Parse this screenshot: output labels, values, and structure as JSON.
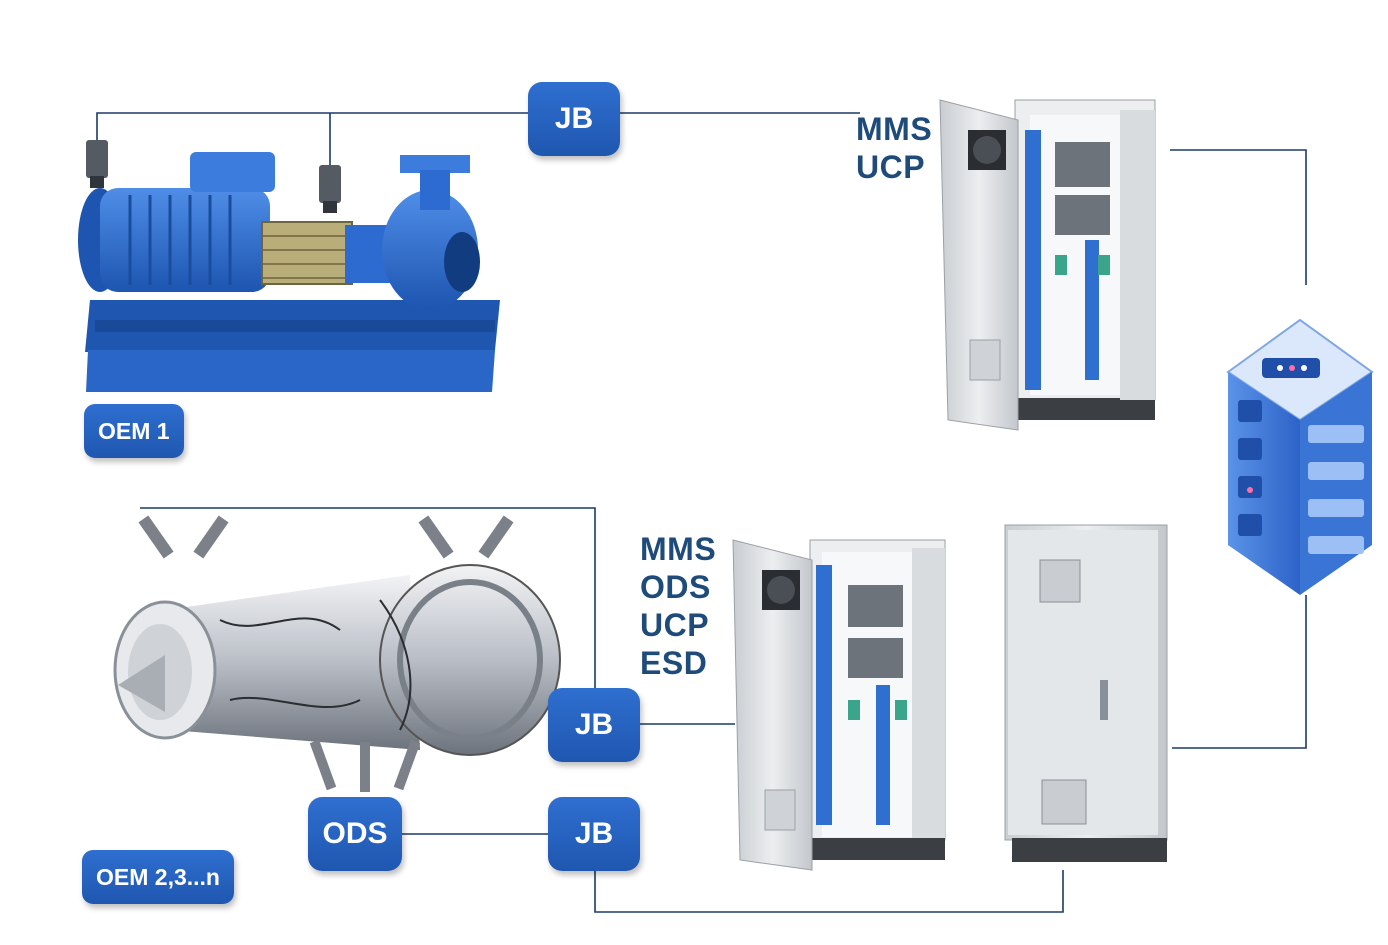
{
  "badges": {
    "jb_top": "JB",
    "jb_mid": "JB",
    "jb_bottom": "JB",
    "ods": "ODS",
    "oem1": "OEM 1",
    "oem2": "OEM 2,3...n"
  },
  "cabinet1_labels": [
    "MMS",
    "UCP"
  ],
  "cabinet2_labels": [
    "MMS",
    "ODS",
    "UCP",
    "ESD"
  ],
  "colors": {
    "badge_blue": "#2563c4",
    "line_navy": "#1b3a66",
    "label_navy": "#1e4b7a",
    "pump_blue": "#2c6fd6",
    "cabinet_grey": "#dfe2e4"
  }
}
